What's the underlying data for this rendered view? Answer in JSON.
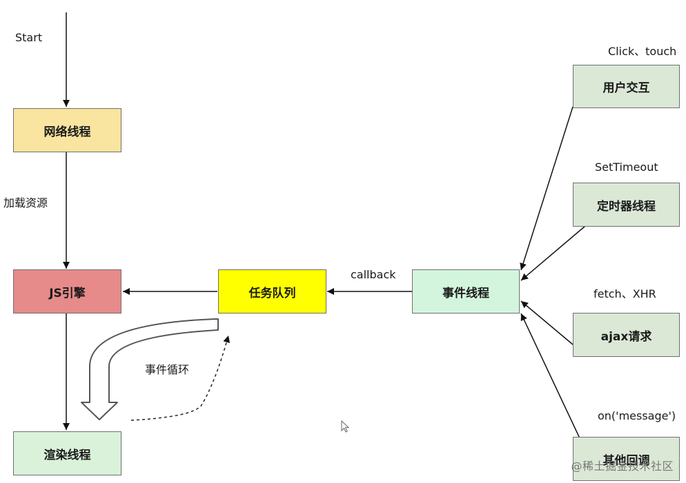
{
  "nodes": {
    "network_thread": "网络线程",
    "js_engine": "JS引擎",
    "render_thread": "渲染线程",
    "task_queue": "任务队列",
    "event_thread": "事件线程",
    "user_interaction": "用户交互",
    "timer_thread": "定时器线程",
    "ajax_request": "ajax请求",
    "other_callbacks": "其他回调"
  },
  "labels": {
    "start": "Start",
    "load_resources": "加载资源",
    "callback": "callback",
    "event_loop": "事件循环",
    "click_touch": "Click、touch",
    "set_timeout": "SetTimeout",
    "fetch_xhr": "fetch、XHR",
    "on_message": "on('message')"
  },
  "watermark": "@稀土掘金技术社区",
  "colors": {
    "network_thread": "#f9e4a0",
    "js_engine": "#e68a8a",
    "render_thread": "#d9f2d9",
    "task_queue": "#ffff00",
    "event_thread": "#d4f5dd",
    "side_nodes": "#dbe8d6"
  }
}
